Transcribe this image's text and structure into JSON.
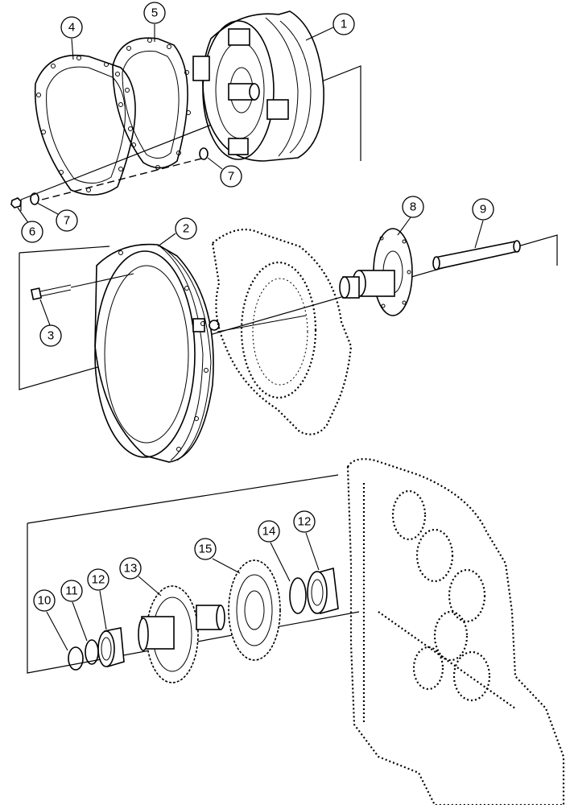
{
  "callouts": {
    "c1": "1",
    "c2": "2",
    "c3": "3",
    "c4": "4",
    "c5": "5",
    "c6": "6",
    "c7a": "7",
    "c7b": "7",
    "c8": "8",
    "c9": "9",
    "c10": "10",
    "c11": "11",
    "c12a": "12",
    "c12b": "12",
    "c13": "13",
    "c14": "14",
    "c15": "15"
  }
}
